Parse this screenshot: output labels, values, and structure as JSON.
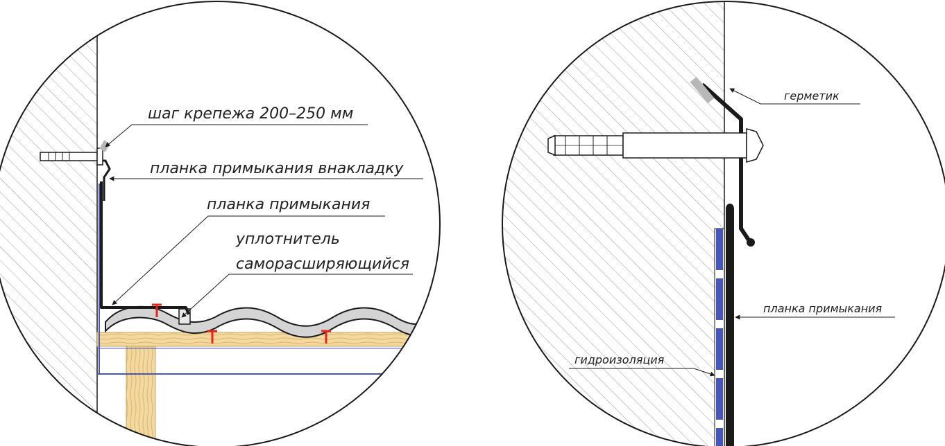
{
  "left_detail": {
    "labels": {
      "fastening_step": "шаг крепежа 200–250 мм",
      "overlay_flashing": "планка примыкания внакладку",
      "flashing": "планка примыкания",
      "sealant_line1": "уплотнитель",
      "sealant_line2": "саморасширяющийся"
    }
  },
  "right_detail": {
    "labels": {
      "sealant": "герметик",
      "flashing": "планка примыкания",
      "waterproofing": "гидроизоляция"
    }
  },
  "colors": {
    "line": "#1a1a1a",
    "hatch": "#9a9a9a",
    "membrane_blue": "#4a55b8",
    "wood_light": "#f3d9a0",
    "wood_dark": "#d9b36c",
    "sheet_gray": "#d4d4d4",
    "screw_red": "#e0261e",
    "sealant_gray": "#b8b8b8"
  }
}
